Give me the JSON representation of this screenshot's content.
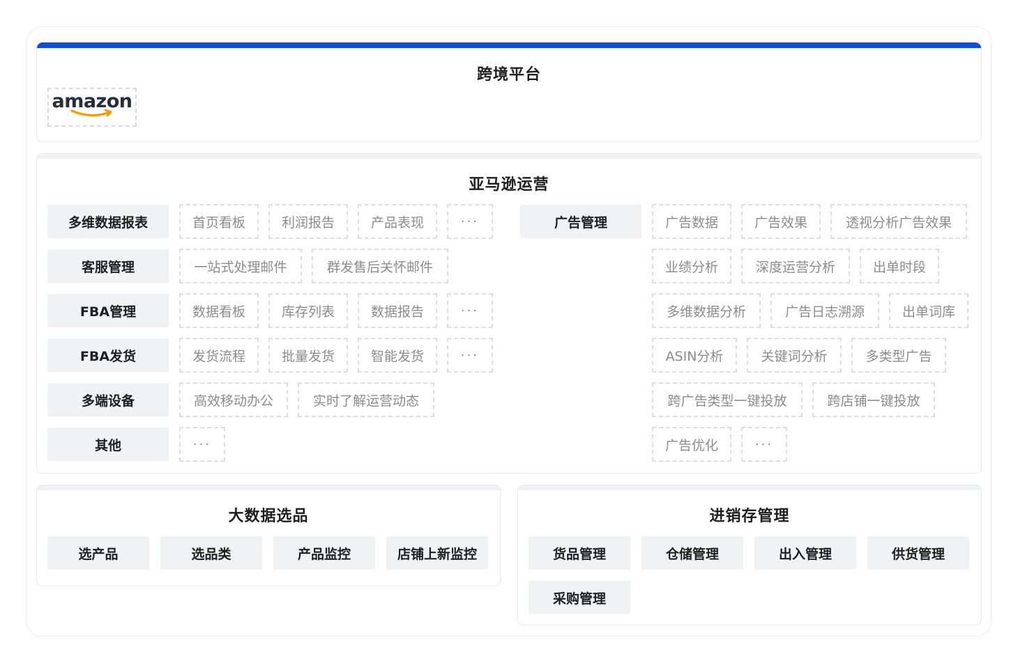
{
  "colors": {
    "accent": "#0c4fd6"
  },
  "cross_border": {
    "title": "跨境平台",
    "logo": "amazon"
  },
  "amazon_ops": {
    "title": "亚马逊运营",
    "more": "···",
    "rows": [
      {
        "category": "多维数据报表",
        "chips": [
          "首页看板",
          "利润报告",
          "产品表现",
          "···"
        ]
      },
      {
        "category": "客服管理",
        "chips": [
          "一站式处理邮件",
          "群发售后关怀邮件"
        ]
      },
      {
        "category": "FBA管理",
        "chips": [
          "数据看板",
          "库存列表",
          "数据报告",
          "···"
        ]
      },
      {
        "category": "FBA发货",
        "chips": [
          "发货流程",
          "批量发货",
          "智能发货",
          "···"
        ]
      },
      {
        "category": "多端设备",
        "chips": [
          "高效移动办公",
          "实时了解运营动态"
        ]
      },
      {
        "category": "其他",
        "chips": [
          "···"
        ]
      }
    ],
    "ads": {
      "category": "广告管理",
      "rows": [
        [
          "广告数据",
          "广告效果",
          "透视分析广告效果"
        ],
        [
          "业绩分析",
          "深度运营分析",
          "出单时段"
        ],
        [
          "多维数据分析",
          "广告日志溯源",
          "出单词库"
        ],
        [
          "ASIN分析",
          "关键词分析",
          "多类型广告"
        ],
        [
          "跨广告类型一键投放",
          "跨店铺一键投放"
        ],
        [
          "广告优化",
          "···"
        ]
      ]
    }
  },
  "big_data": {
    "title": "大数据选品",
    "items": [
      "选产品",
      "选品类",
      "产品监控",
      "店铺上新监控"
    ]
  },
  "inventory": {
    "title": "进销存管理",
    "items": [
      "货品管理",
      "仓储管理",
      "出入管理",
      "供货管理",
      "采购管理"
    ]
  }
}
